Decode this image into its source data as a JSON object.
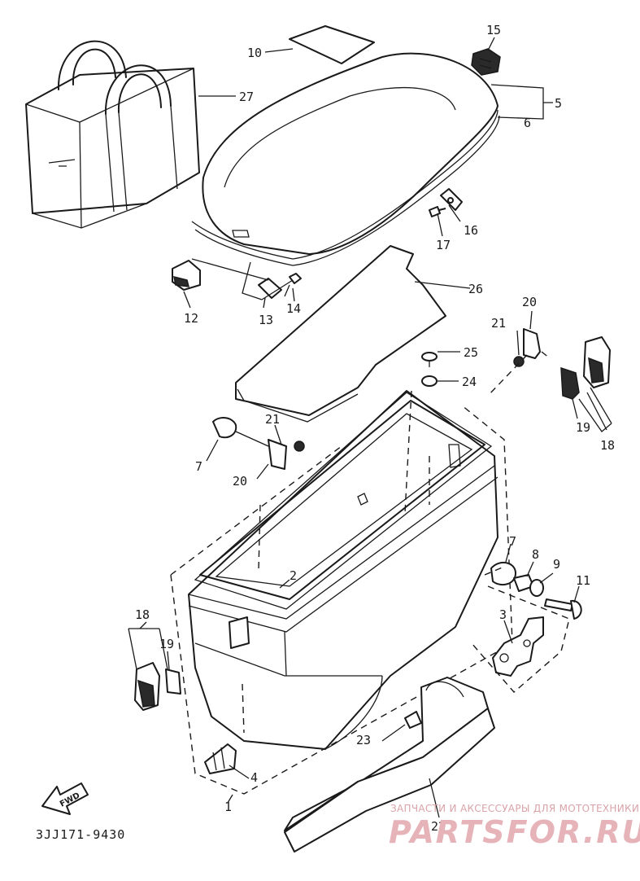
{
  "labels": {
    "p1": "1",
    "p2": "2",
    "p3": "3",
    "p4": "4",
    "p5": "5",
    "p6": "6",
    "p7a": "7",
    "p7b": "7",
    "p8": "8",
    "p9": "9",
    "p10": "10",
    "p11": "11",
    "p12": "12",
    "p13": "13",
    "p14": "14",
    "p15": "15",
    "p16": "16",
    "p17": "17",
    "p18a": "18",
    "p18b": "18",
    "p19a": "19",
    "p19b": "19",
    "p20a": "20",
    "p20b": "20",
    "p21a": "21",
    "p21b": "21",
    "p22": "22",
    "p23": "23",
    "p24": "24",
    "p25": "25",
    "p26": "26",
    "p27": "27"
  },
  "fwd_arrow_label": "FWD",
  "diagram_code": "3JJ171-9430",
  "watermark": {
    "tagline": "ЗАПЧАСТИ И АКСЕССУАРЫ ДЛЯ МОТОТЕХНИКИ",
    "logo": "PARTSFOR.RU"
  }
}
